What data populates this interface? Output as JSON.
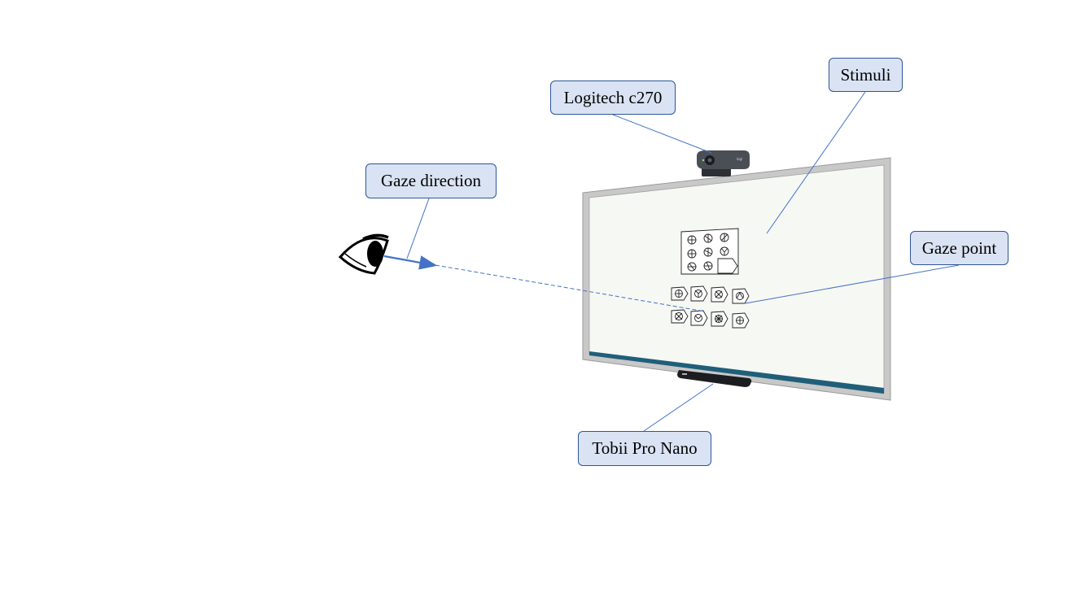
{
  "labels": {
    "gaze_direction": "Gaze direction",
    "camera": "Logitech c270",
    "stimuli": "Stimuli",
    "gaze_point": "Gaze point",
    "eye_tracker": "Tobii Pro Nano"
  },
  "colors": {
    "callout_fill": "#dae3f3",
    "callout_border": "#2f5597",
    "leader_line": "#4472c4",
    "gaze_arrow": "#4472c4",
    "monitor_frame": "#c8c8c8",
    "monitor_screen": "#f6f8f3",
    "screen_bottom_strip": "#1f5f7a",
    "camera_body": "#4a4f55",
    "tracker_bar": "#1b1d20"
  },
  "icons": {
    "eye": "eye-icon",
    "camera": "webcam-icon",
    "tracker": "eye-tracker-bar-icon"
  }
}
